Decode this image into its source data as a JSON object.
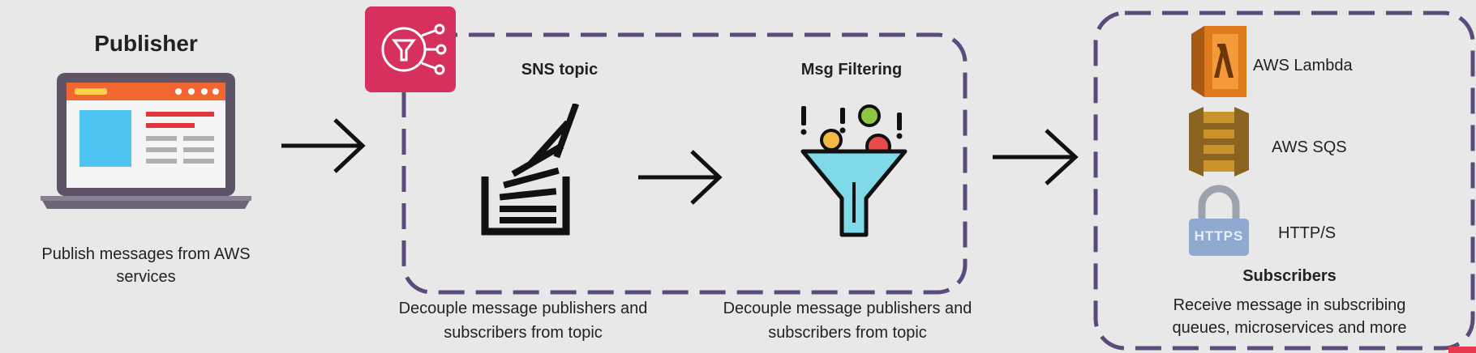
{
  "publisher": {
    "title": "Publisher",
    "caption": "Publish messages from AWS services"
  },
  "sns_topic": {
    "title": "SNS topic",
    "caption": "Decouple message publishers and subscribers from topic"
  },
  "msg_filtering": {
    "title": "Msg Filtering",
    "caption": "Decouple message publishers and subscribers from topic"
  },
  "subscribers": {
    "title": "Subscribers",
    "caption": "Receive message in subscribing queues, microservices and more",
    "items": [
      {
        "label": "AWS Lambda",
        "icon": "aws-lambda-icon"
      },
      {
        "label": "AWS SQS",
        "icon": "aws-sqs-icon"
      },
      {
        "label": "HTTP/S",
        "icon": "https-lock-icon",
        "icon_text": "HTTPS"
      }
    ]
  },
  "colors": {
    "background": "#e8e8e8",
    "dashed_border": "#5b4a7c",
    "sns_badge": "#d6315d",
    "lambda": "#e07b1b",
    "sqs": "#c9922b",
    "funnel": "#7fd9e8"
  }
}
